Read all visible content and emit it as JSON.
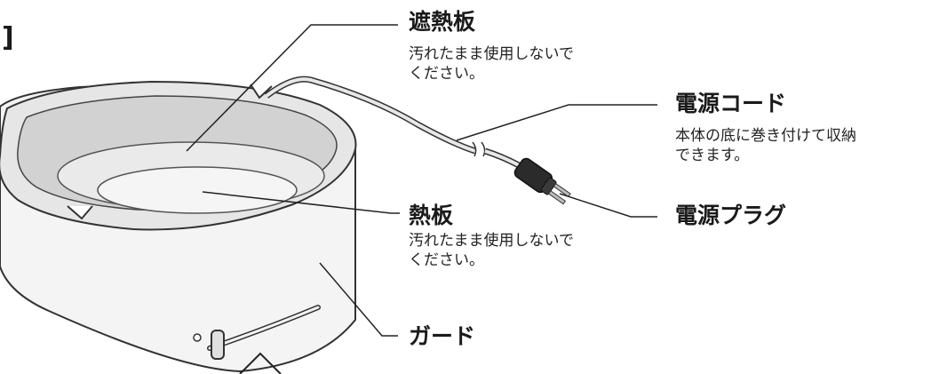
{
  "header": {
    "bracket_fragment": "]"
  },
  "parts": [
    {
      "name": "遮熱板",
      "note_lines": [
        "汚れたまま使用しないで",
        "ください。"
      ]
    },
    {
      "name": "電源コード",
      "note_lines": [
        "本体の底に巻き付けて収納",
        "できます。"
      ]
    },
    {
      "name": "熱板",
      "note_lines": [
        "汚れたまま使用しないで",
        "ください。"
      ]
    },
    {
      "name": "電源プラグ"
    },
    {
      "name": "ガード"
    }
  ]
}
